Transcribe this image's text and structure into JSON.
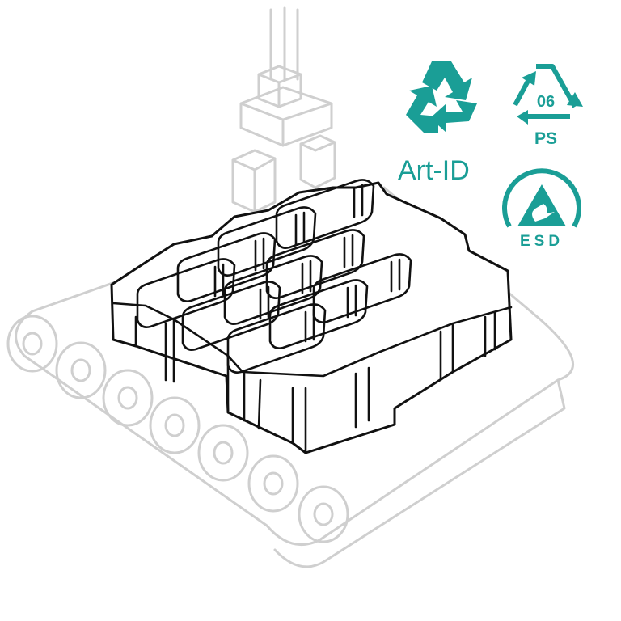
{
  "labels": {
    "art_id": "Art-ID",
    "resin_code": "06",
    "resin_name": "PS",
    "esd": "ESD"
  },
  "colors": {
    "accent": "#1a9e96",
    "line": "#111111",
    "machine_grey": "#cfcfcf"
  },
  "icons": [
    "recycle-icon",
    "ps-resin-code-icon",
    "esd-icon",
    "robot-gripper-icon",
    "conveyor-belt-icon",
    "tray-icon"
  ]
}
